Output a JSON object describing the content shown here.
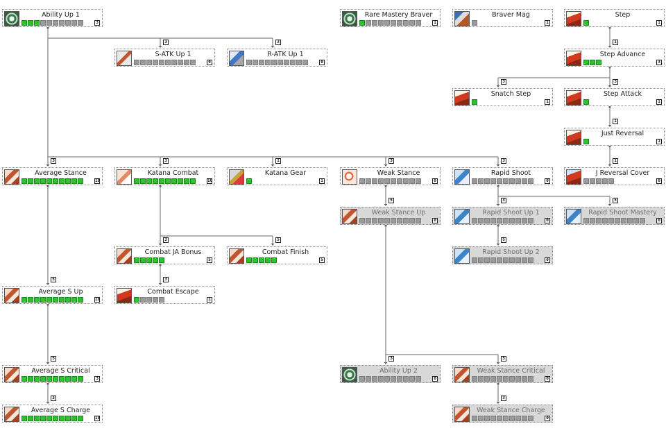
{
  "colors": {
    "filled": "#2fc12f",
    "empty": "#9a9a9a",
    "wire": "#666666",
    "locked_bg": "#d8d8d8"
  },
  "skills": [
    {
      "id": "ability-up-1",
      "name": "Ability Up 1",
      "icon": "ability-icon",
      "slots": 10,
      "filled": 3,
      "max": "3",
      "locked": false
    },
    {
      "id": "rare-mastery-braver",
      "name": "Rare Mastery Braver",
      "icon": "ability-icon",
      "slots": 10,
      "filled": 1,
      "max": "1",
      "locked": false
    },
    {
      "id": "braver-mag",
      "name": "Braver Mag",
      "icon": "mag-icon",
      "slots": 1,
      "filled": 0,
      "max": "1",
      "locked": false
    },
    {
      "id": "step",
      "name": "Step",
      "icon": "step-icon",
      "slots": 1,
      "filled": 1,
      "max": "1",
      "locked": false
    },
    {
      "id": "s-atk-up-1",
      "name": "S-ATK Up 1",
      "icon": "katana-icon",
      "slots": 10,
      "filled": 0,
      "max": "0",
      "locked": false
    },
    {
      "id": "r-atk-up-1",
      "name": "R-ATK Up 1",
      "icon": "bow-icon",
      "slots": 10,
      "filled": 0,
      "max": "0",
      "locked": false
    },
    {
      "id": "step-advance",
      "name": "Step Advance",
      "icon": "step-icon",
      "slots": 3,
      "filled": 3,
      "max": "3",
      "locked": false
    },
    {
      "id": "snatch-step",
      "name": "Snatch Step",
      "icon": "step-icon",
      "slots": 1,
      "filled": 1,
      "max": "1",
      "locked": false
    },
    {
      "id": "step-attack",
      "name": "Step Attack",
      "icon": "step-icon",
      "slots": 1,
      "filled": 1,
      "max": "1",
      "locked": false
    },
    {
      "id": "just-reversal",
      "name": "Just Reversal",
      "icon": "step-icon",
      "slots": 1,
      "filled": 1,
      "max": "1",
      "locked": false
    },
    {
      "id": "average-stance",
      "name": "Average Stance",
      "icon": "stance-icon",
      "slots": 10,
      "filled": 10,
      "max": "10",
      "locked": false
    },
    {
      "id": "katana-combat",
      "name": "Katana Combat",
      "icon": "katana-combat-icon",
      "slots": 10,
      "filled": 10,
      "max": "10",
      "locked": false
    },
    {
      "id": "katana-gear",
      "name": "Katana Gear",
      "icon": "gear-icon",
      "slots": 1,
      "filled": 1,
      "max": "1",
      "locked": false
    },
    {
      "id": "weak-stance",
      "name": "Weak Stance",
      "icon": "weak-stance-icon",
      "slots": 10,
      "filled": 0,
      "max": "0",
      "locked": false
    },
    {
      "id": "rapid-shoot",
      "name": "Rapid Shoot",
      "icon": "rapid-shoot-icon",
      "slots": 10,
      "filled": 0,
      "max": "0",
      "locked": false
    },
    {
      "id": "j-reversal-cover",
      "name": "J Reversal Cover",
      "icon": "cover-icon",
      "slots": 5,
      "filled": 0,
      "max": "0",
      "locked": false
    },
    {
      "id": "weak-stance-up",
      "name": "Weak Stance Up",
      "icon": "stance-icon",
      "slots": 10,
      "filled": 0,
      "max": "0",
      "locked": true
    },
    {
      "id": "rapid-shoot-up-1",
      "name": "Rapid Shoot Up 1",
      "icon": "rapid-shoot-icon",
      "slots": 10,
      "filled": 0,
      "max": "0",
      "locked": true
    },
    {
      "id": "rapid-shoot-mastery",
      "name": "Rapid Shoot Mastery",
      "icon": "rapid-shoot-icon",
      "slots": 10,
      "filled": 0,
      "max": "0",
      "locked": true
    },
    {
      "id": "combat-ja-bonus",
      "name": "Combat JA Bonus",
      "icon": "stance-icon",
      "slots": 5,
      "filled": 5,
      "max": "5",
      "locked": false
    },
    {
      "id": "combat-finish",
      "name": "Combat Finish",
      "icon": "stance-icon",
      "slots": 5,
      "filled": 5,
      "max": "5",
      "locked": false
    },
    {
      "id": "rapid-shoot-up-2",
      "name": "Rapid Shoot Up 2",
      "icon": "rapid-shoot-icon",
      "slots": 10,
      "filled": 0,
      "max": "0",
      "locked": true
    },
    {
      "id": "average-s-up",
      "name": "Average S Up",
      "icon": "stance-icon",
      "slots": 10,
      "filled": 10,
      "max": "10",
      "locked": false
    },
    {
      "id": "combat-escape",
      "name": "Combat Escape",
      "icon": "step-icon",
      "slots": 5,
      "filled": 1,
      "max": "1",
      "locked": false
    },
    {
      "id": "average-s-critical",
      "name": "Average S Critical",
      "icon": "stance-icon",
      "slots": 10,
      "filled": 10,
      "max": "3",
      "locked": false
    },
    {
      "id": "ability-up-2",
      "name": "Ability Up 2",
      "icon": "ability-icon",
      "slots": 10,
      "filled": 0,
      "max": "0",
      "locked": true
    },
    {
      "id": "weak-stance-critical",
      "name": "Weak Stance Critical",
      "icon": "stance-icon",
      "slots": 10,
      "filled": 0,
      "max": "0",
      "locked": true
    },
    {
      "id": "average-s-charge",
      "name": "Average S Charge",
      "icon": "stance-icon",
      "slots": 10,
      "filled": 10,
      "max": "10",
      "locked": false
    },
    {
      "id": "weak-stance-charge",
      "name": "Weak Stance Charge",
      "icon": "stance-icon",
      "slots": 10,
      "filled": 0,
      "max": "0",
      "locked": true
    }
  ],
  "prerequisites": [
    {
      "from": "ability-up-1",
      "to": "s-atk-up-1",
      "label": "3"
    },
    {
      "from": "ability-up-1",
      "to": "r-atk-up-1",
      "label": "3"
    },
    {
      "from": "ability-up-1",
      "to": "average-stance",
      "label": "3"
    },
    {
      "from": "ability-up-1",
      "to": "katana-combat",
      "label": "3"
    },
    {
      "from": "ability-up-1",
      "to": "katana-gear",
      "label": "1"
    },
    {
      "from": "ability-up-1",
      "to": "weak-stance",
      "label": "3"
    },
    {
      "from": "ability-up-1",
      "to": "rapid-shoot",
      "label": "3"
    },
    {
      "from": "just-reversal",
      "to": "j-reversal-cover",
      "label": "1"
    },
    {
      "from": "step",
      "to": "step-advance",
      "label": "1"
    },
    {
      "from": "step-advance",
      "to": "snatch-step",
      "label": "3"
    },
    {
      "from": "step-advance",
      "to": "step-attack",
      "label": "3"
    },
    {
      "from": "step-attack",
      "to": "just-reversal",
      "label": "1"
    },
    {
      "from": "weak-stance",
      "to": "weak-stance-up",
      "label": "5"
    },
    {
      "from": "rapid-shoot",
      "to": "rapid-shoot-up-1",
      "label": "3"
    },
    {
      "from": "rapid-shoot",
      "to": "rapid-shoot-mastery",
      "label": "5"
    },
    {
      "from": "rapid-shoot-up-1",
      "to": "rapid-shoot-up-2",
      "label": "5"
    },
    {
      "from": "katana-combat",
      "to": "combat-ja-bonus",
      "label": "3"
    },
    {
      "from": "katana-combat",
      "to": "combat-finish",
      "label": "5"
    },
    {
      "from": "combat-ja-bonus",
      "to": "combat-escape",
      "label": "3"
    },
    {
      "from": "average-stance",
      "to": "average-s-up",
      "label": "5"
    },
    {
      "from": "average-s-up",
      "to": "average-s-critical",
      "label": "5"
    },
    {
      "from": "average-s-critical",
      "to": "average-s-charge",
      "label": "3"
    },
    {
      "from": "weak-stance-up",
      "to": "ability-up-2",
      "label": "3"
    },
    {
      "from": "weak-stance-up",
      "to": "weak-stance-critical",
      "label": "5"
    },
    {
      "from": "weak-stance-critical",
      "to": "weak-stance-charge",
      "label": "3"
    }
  ]
}
